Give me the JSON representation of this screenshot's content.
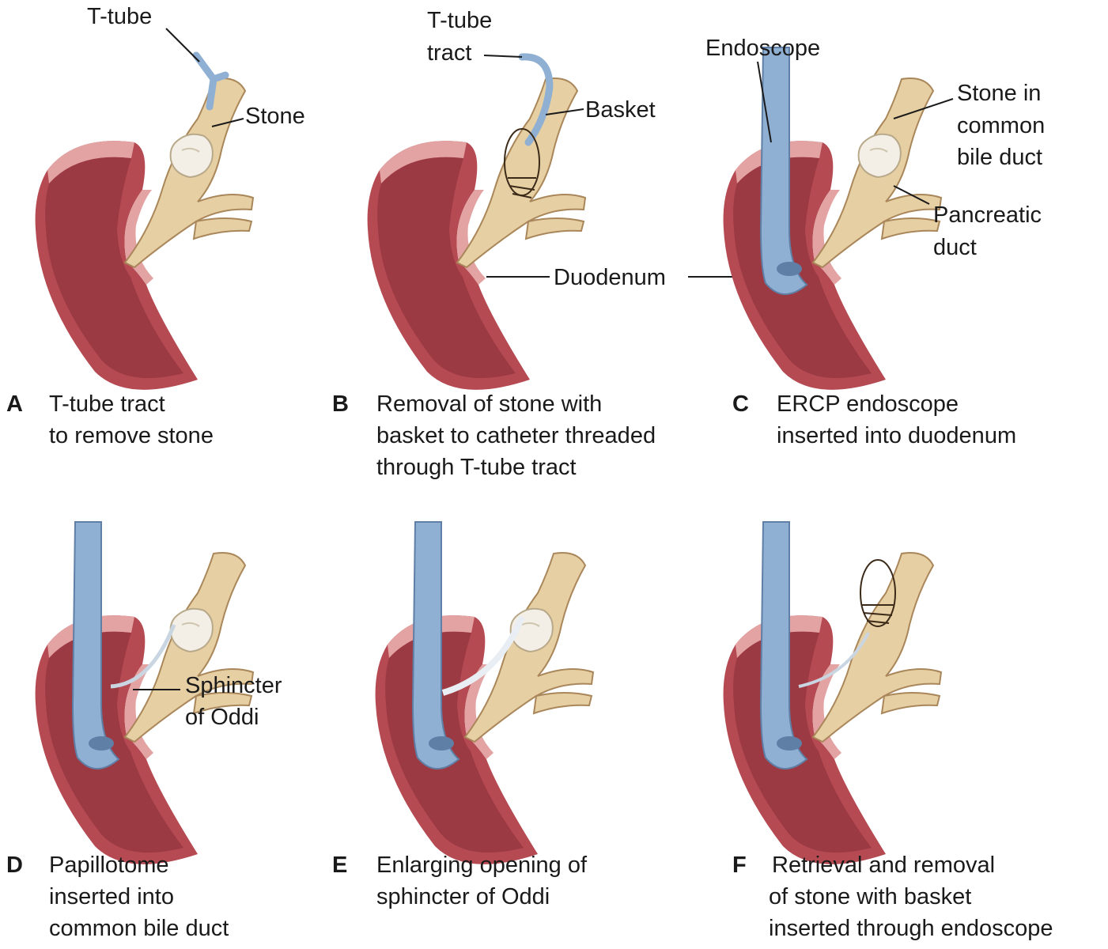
{
  "colors": {
    "duodenum_outer": "#b54a52",
    "duodenum_inner": "#9c3a44",
    "duodenum_rim": "#e3a3a3",
    "duct": "#e6cfa3",
    "duct_edge": "#a9875a",
    "stone": "#f3efe6",
    "endoscope": "#8fb0d3",
    "endoscope_edge": "#5f7fa6",
    "basket": "#3b2a18"
  },
  "labels": {
    "t_tube": "T-tube",
    "stone": "Stone",
    "t_tube_tract": [
      "T-tube",
      "tract"
    ],
    "basket": "Basket",
    "endoscope": "Endoscope",
    "stone_in_cbd": [
      "Stone in",
      "common",
      "bile duct"
    ],
    "pancreatic_duct": [
      "Pancreatic",
      "duct"
    ],
    "duodenum": "Duodenum",
    "sphincter": [
      "Sphincter",
      "of Oddi"
    ]
  },
  "panels": [
    {
      "letter": "A",
      "caption": [
        "T-tube tract",
        "to remove stone"
      ]
    },
    {
      "letter": "B",
      "caption": [
        "Removal of stone with",
        "basket to catheter threaded",
        "through T-tube tract"
      ]
    },
    {
      "letter": "C",
      "caption": [
        "ERCP endoscope",
        "inserted into duodenum"
      ]
    },
    {
      "letter": "D",
      "caption": [
        "Papillotome",
        "inserted into",
        "common bile duct"
      ]
    },
    {
      "letter": "E",
      "caption": [
        "Enlarging opening of",
        "sphincter of Oddi"
      ]
    },
    {
      "letter": "F",
      "caption": [
        "Retrieval and removal",
        "of stone with basket",
        "inserted through endoscope"
      ]
    }
  ]
}
